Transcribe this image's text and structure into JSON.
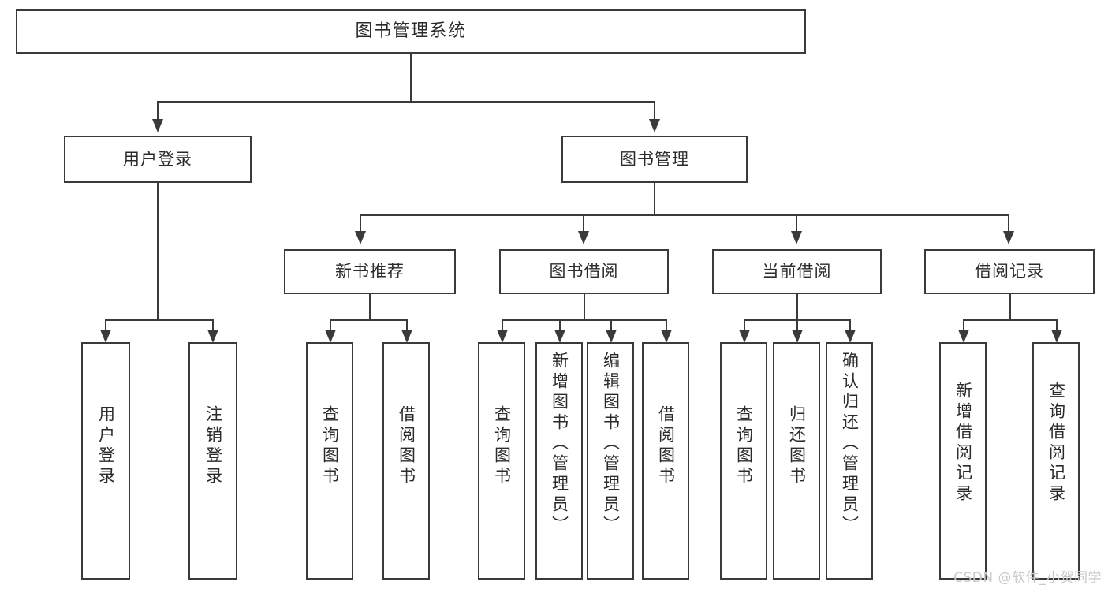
{
  "diagram": {
    "type": "tree",
    "title": "图书管理系统",
    "watermark": "CSDN @软件_小贺同学",
    "colors": {
      "box_border": "#3a3a3a",
      "box_fill": "#ffffff",
      "text": "#2b2b2b",
      "connector": "#3a3a3a",
      "watermark": "#c9c9c9",
      "background": "#ffffff"
    },
    "nodes": {
      "root": {
        "label": "图书管理系统"
      },
      "level1": [
        {
          "label": "用户登录"
        },
        {
          "label": "图书管理"
        }
      ],
      "level2": [
        {
          "label": "新书推荐"
        },
        {
          "label": "图书借阅"
        },
        {
          "label": "当前借阅"
        },
        {
          "label": "借阅记录"
        }
      ],
      "leaves": {
        "user_login": [
          {
            "label": "用户登录"
          },
          {
            "label": "注销登录"
          }
        ],
        "new_book": [
          {
            "label": "查询图书"
          },
          {
            "label": "借阅图书"
          }
        ],
        "book_borrow": [
          {
            "label": "查询图书"
          },
          {
            "label": "新增图书（管理员）"
          },
          {
            "label": "编辑图书（管理员）"
          },
          {
            "label": "借阅图书"
          }
        ],
        "current_borrow": [
          {
            "label": "查询图书"
          },
          {
            "label": "归还图书"
          },
          {
            "label": "确认归还（管理员）"
          }
        ],
        "borrow_record": [
          {
            "label": "新增借阅记录"
          },
          {
            "label": "查询借阅记录"
          }
        ]
      }
    },
    "edges": [
      {
        "from": "图书管理系统",
        "to": "用户登录"
      },
      {
        "from": "图书管理系统",
        "to": "图书管理"
      },
      {
        "from": "图书管理",
        "to": "新书推荐"
      },
      {
        "from": "图书管理",
        "to": "图书借阅"
      },
      {
        "from": "图书管理",
        "to": "当前借阅"
      },
      {
        "from": "图书管理",
        "to": "借阅记录"
      },
      {
        "from": "用户登录",
        "to": "用户登录"
      },
      {
        "from": "用户登录",
        "to": "注销登录"
      },
      {
        "from": "新书推荐",
        "to": "查询图书"
      },
      {
        "from": "新书推荐",
        "to": "借阅图书"
      },
      {
        "from": "图书借阅",
        "to": "查询图书"
      },
      {
        "from": "图书借阅",
        "to": "新增图书（管理员）"
      },
      {
        "from": "图书借阅",
        "to": "编辑图书（管理员）"
      },
      {
        "from": "图书借阅",
        "to": "借阅图书"
      },
      {
        "from": "当前借阅",
        "to": "查询图书"
      },
      {
        "from": "当前借阅",
        "to": "归还图书"
      },
      {
        "from": "当前借阅",
        "to": "确认归还（管理员）"
      },
      {
        "from": "借阅记录",
        "to": "新增借阅记录"
      },
      {
        "from": "借阅记录",
        "to": "查询借阅记录"
      }
    ]
  }
}
